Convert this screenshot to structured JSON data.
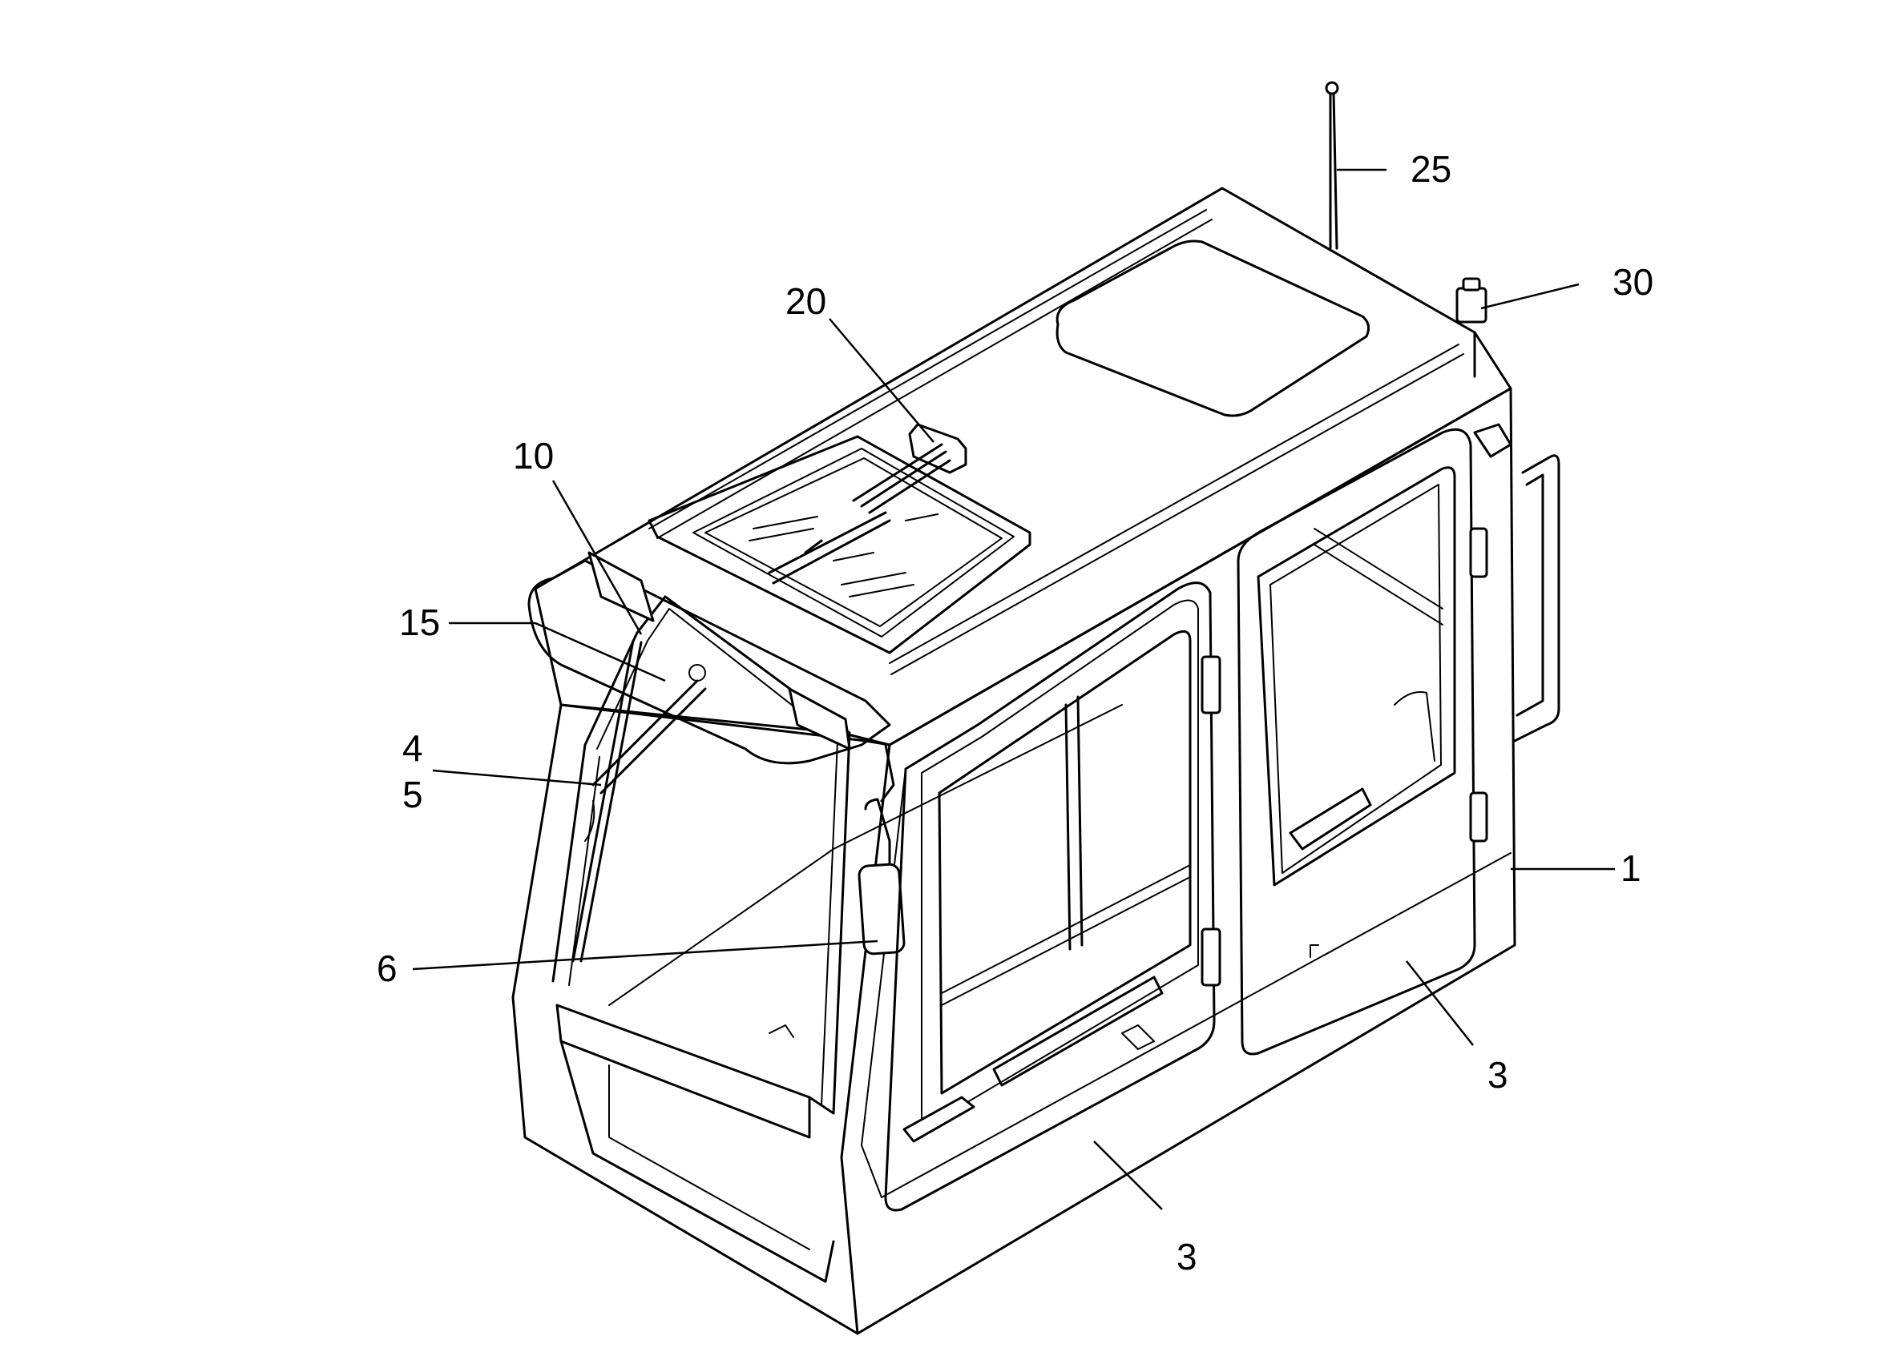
{
  "callouts": [
    {
      "id": "1",
      "label": "1"
    },
    {
      "id": "3a",
      "label": "3"
    },
    {
      "id": "3b",
      "label": "3"
    },
    {
      "id": "4",
      "label": "4"
    },
    {
      "id": "5",
      "label": "5"
    },
    {
      "id": "6",
      "label": "6"
    },
    {
      "id": "10",
      "label": "10"
    },
    {
      "id": "15",
      "label": "15"
    },
    {
      "id": "20",
      "label": "20"
    },
    {
      "id": "25",
      "label": "25"
    },
    {
      "id": "30",
      "label": "30"
    }
  ]
}
